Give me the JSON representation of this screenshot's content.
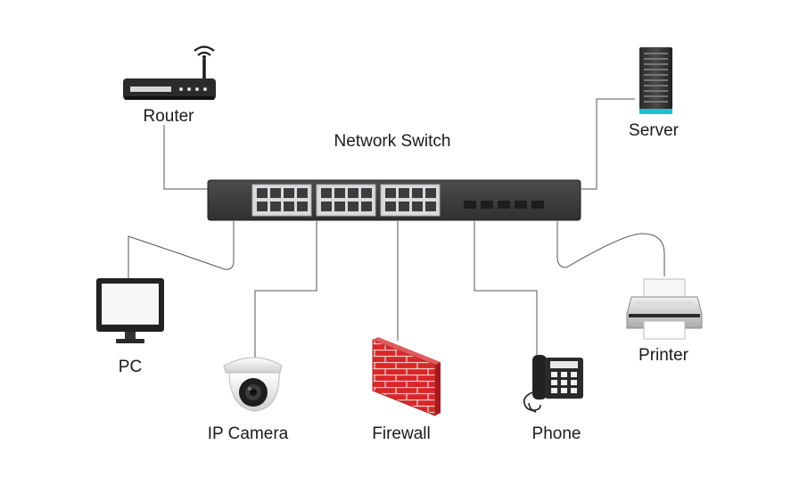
{
  "diagram": {
    "title": "Network Switch",
    "devices": [
      {
        "id": "router",
        "label": "Router",
        "icon": "router-icon"
      },
      {
        "id": "server",
        "label": "Server",
        "icon": "server-icon"
      },
      {
        "id": "pc",
        "label": "PC",
        "icon": "monitor-icon"
      },
      {
        "id": "camera",
        "label": "IP Camera",
        "icon": "dome-camera-icon"
      },
      {
        "id": "firewall",
        "label": "Firewall",
        "icon": "brick-wall-icon"
      },
      {
        "id": "phone",
        "label": "Phone",
        "icon": "desk-phone-icon"
      },
      {
        "id": "printer",
        "label": "Printer",
        "icon": "printer-icon"
      }
    ],
    "colors": {
      "switch_body": "#3b3d3f",
      "port_block": "#d9d9d9",
      "cable": "#555555",
      "firewall_brick": "#d6282a",
      "server_accent": "#1ec3c8"
    }
  }
}
